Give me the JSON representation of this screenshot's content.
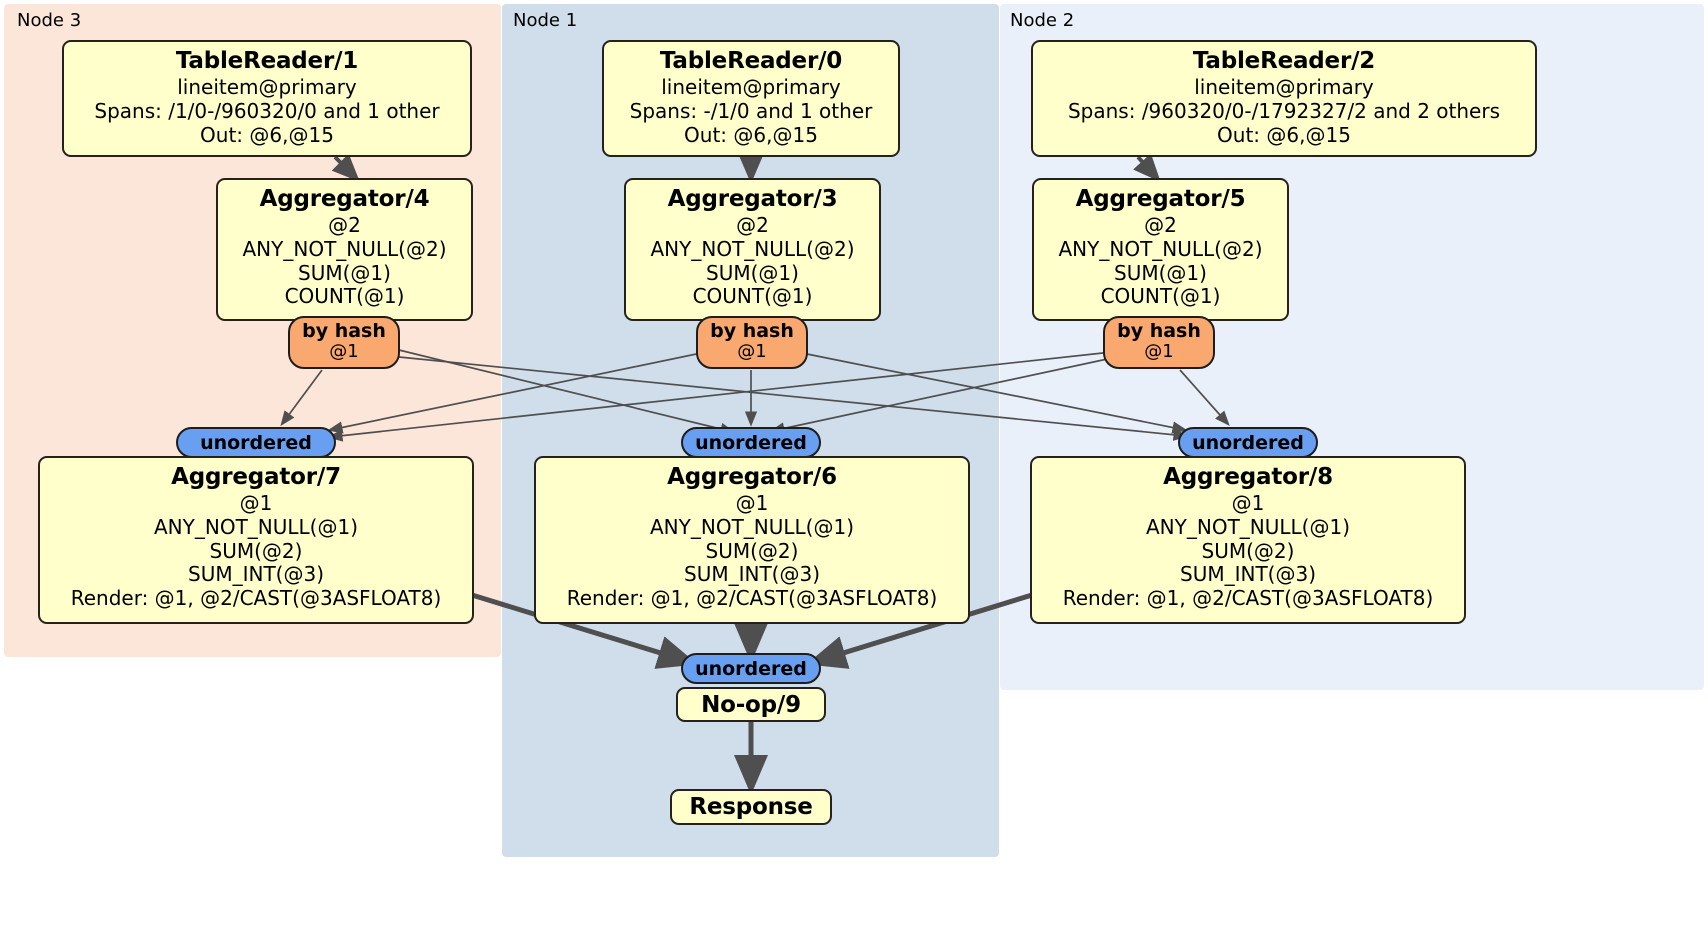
{
  "diagram": {
    "type": "distributed-query-plan",
    "title": "",
    "colors": {
      "node3_bg": "#fce6da",
      "node1_bg": "#cfdeea",
      "node2_bg": "#eaf0fa",
      "processor_bg": "#ffffcc",
      "processor_border": "#26211c",
      "hash_router_bg": "#f9a870",
      "unordered_router_bg": "#699ff0",
      "edge": "#4f4f4f"
    },
    "nodes": [
      {
        "id": "node3",
        "label": "Node 3"
      },
      {
        "id": "node1",
        "label": "Node 1"
      },
      {
        "id": "node2",
        "label": "Node 2"
      }
    ],
    "processors": {
      "tablereader1": {
        "title": "TableReader/1",
        "lines": [
          "lineitem@primary",
          "Spans: /1/0-/960320/0 and 1 other",
          "Out: @6,@15"
        ]
      },
      "tablereader0": {
        "title": "TableReader/0",
        "lines": [
          "lineitem@primary",
          "Spans: -/1/0 and 1 other",
          "Out: @6,@15"
        ]
      },
      "tablereader2": {
        "title": "TableReader/2",
        "lines": [
          "lineitem@primary",
          "Spans: /960320/0-/1792327/2 and 2 others",
          "Out: @6,@15"
        ]
      },
      "aggregator4": {
        "title": "Aggregator/4",
        "lines": [
          "@2",
          "ANY_NOT_NULL(@2)",
          "SUM(@1)",
          "COUNT(@1)"
        ]
      },
      "aggregator3": {
        "title": "Aggregator/3",
        "lines": [
          "@2",
          "ANY_NOT_NULL(@2)",
          "SUM(@1)",
          "COUNT(@1)"
        ]
      },
      "aggregator5": {
        "title": "Aggregator/5",
        "lines": [
          "@2",
          "ANY_NOT_NULL(@2)",
          "SUM(@1)",
          "COUNT(@1)"
        ]
      },
      "aggregator7": {
        "title": "Aggregator/7",
        "lines": [
          "@1",
          "ANY_NOT_NULL(@1)",
          "SUM(@2)",
          "SUM_INT(@3)",
          "Render: @1, @2/CAST(@3ASFLOAT8)"
        ]
      },
      "aggregator6": {
        "title": "Aggregator/6",
        "lines": [
          "@1",
          "ANY_NOT_NULL(@1)",
          "SUM(@2)",
          "SUM_INT(@3)",
          "Render: @1, @2/CAST(@3ASFLOAT8)"
        ]
      },
      "aggregator8": {
        "title": "Aggregator/8",
        "lines": [
          "@1",
          "ANY_NOT_NULL(@1)",
          "SUM(@2)",
          "SUM_INT(@3)",
          "Render: @1, @2/CAST(@3ASFLOAT8)"
        ]
      },
      "noop9": {
        "title": "No-op/9",
        "lines": []
      },
      "response": {
        "title": "Response",
        "lines": []
      }
    },
    "routers": {
      "hash_left": {
        "label": "by hash",
        "sub": "@1"
      },
      "hash_mid": {
        "label": "by hash",
        "sub": "@1"
      },
      "hash_right": {
        "label": "by hash",
        "sub": "@1"
      },
      "unord_left": {
        "label": "unordered",
        "sub": ""
      },
      "unord_mid": {
        "label": "unordered",
        "sub": ""
      },
      "unord_right": {
        "label": "unordered",
        "sub": ""
      },
      "unord_final": {
        "label": "unordered",
        "sub": ""
      }
    }
  }
}
